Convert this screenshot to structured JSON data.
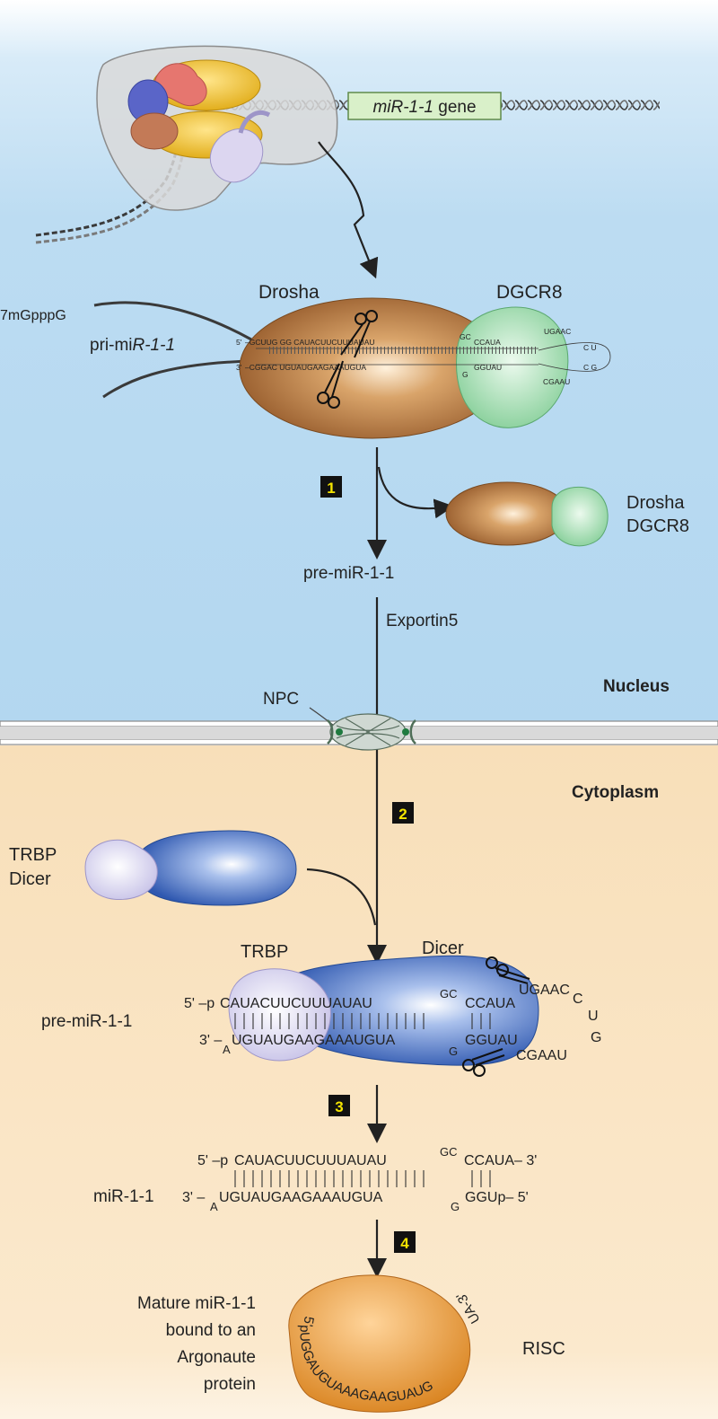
{
  "gene_label": {
    "italic": "miR-1-1",
    "plain": " gene"
  },
  "cap_label": "7mGpppG",
  "pri_label": {
    "plain": "pri-mi",
    "italic": "R-1-1"
  },
  "drosha_label": "Drosha",
  "dgcr8_label": "DGCR8",
  "pri_seq": {
    "top_left": "5'",
    "top": "–GCUUG GG CAUACUUCUUUAUAU",
    "top_gc": "GC",
    "top_right": "CCAUA",
    "loop_top": "UGAAC",
    "loop_end": "C U",
    "bottom_left": "3'",
    "bottom": "–CGGAC UGUAUGAAGAAAUGUA",
    "bottom_g": "G",
    "bottom_right": "GGUAU",
    "loop_bottom": "CGAAU",
    "loop_bottom_end": "C G"
  },
  "steps": [
    "1",
    "2",
    "3",
    "4"
  ],
  "released_labels": [
    "Drosha",
    "DGCR8"
  ],
  "pre_label": "pre-miR-1-1",
  "exportin_label": "Exportin5",
  "nucleus_label": "Nucleus",
  "npc_label": "NPC",
  "cytoplasm_label": "Cytoplasm",
  "trbp_dicer_labels": [
    "TRBP",
    "Dicer"
  ],
  "trbp_label": "TRBP",
  "dicer_label": "Dicer",
  "pre_complex_label": "pre-miR-1-1",
  "pre_seq": {
    "top_5": "5' –p",
    "top": "CAUACUUCUUUAUAU",
    "top_gc": "GC",
    "top_right": "CCAUA",
    "loop_top": "UGAAC",
    "loop_c": "C",
    "loop_u": "U",
    "loop_g": "G",
    "bottom_3": "3' –",
    "bottom_a": "A",
    "bottom": "UGUAUGAAGAAAUGUA",
    "bottom_g": "G",
    "bottom_right": "GGUAU",
    "loop_bottom": "CGAAU"
  },
  "duplex": {
    "label": "miR-1-1",
    "top_5": "5' –p",
    "top": "CAUACUUCUUUAUAU",
    "top_gc": "GC",
    "top_right": "CCAUA– 3'",
    "bottom_3": "3' –",
    "bottom_a": "A",
    "bottom": "UGUAUGAAGAAAUGUA",
    "bottom_g": "G",
    "bottom_right": "GGUp– 5'"
  },
  "mature_lines": [
    "Mature miR-1-1",
    "bound to an",
    "Argonaute",
    "protein"
  ],
  "mature_seq": {
    "five": "5'",
    "arc": "pUGGAUGUAAAGAAGUAUG",
    "tail": "UA-3'"
  },
  "risc_label": "RISC",
  "colors": {
    "nucleus_top": "#ffffff",
    "nucleus": "#bcdcf2",
    "cytoplasm": "#fae6c6",
    "membrane": "#9e9e9e",
    "drosha": "#a86d35",
    "dgcr8": "#9fdcae",
    "dicer": "#3c68c0",
    "trbp": "#d6d3ee",
    "argonaute": "#e99835",
    "step_box": "#111111",
    "step_text": "#f4e400",
    "gene_box": "#d9f0c9"
  }
}
